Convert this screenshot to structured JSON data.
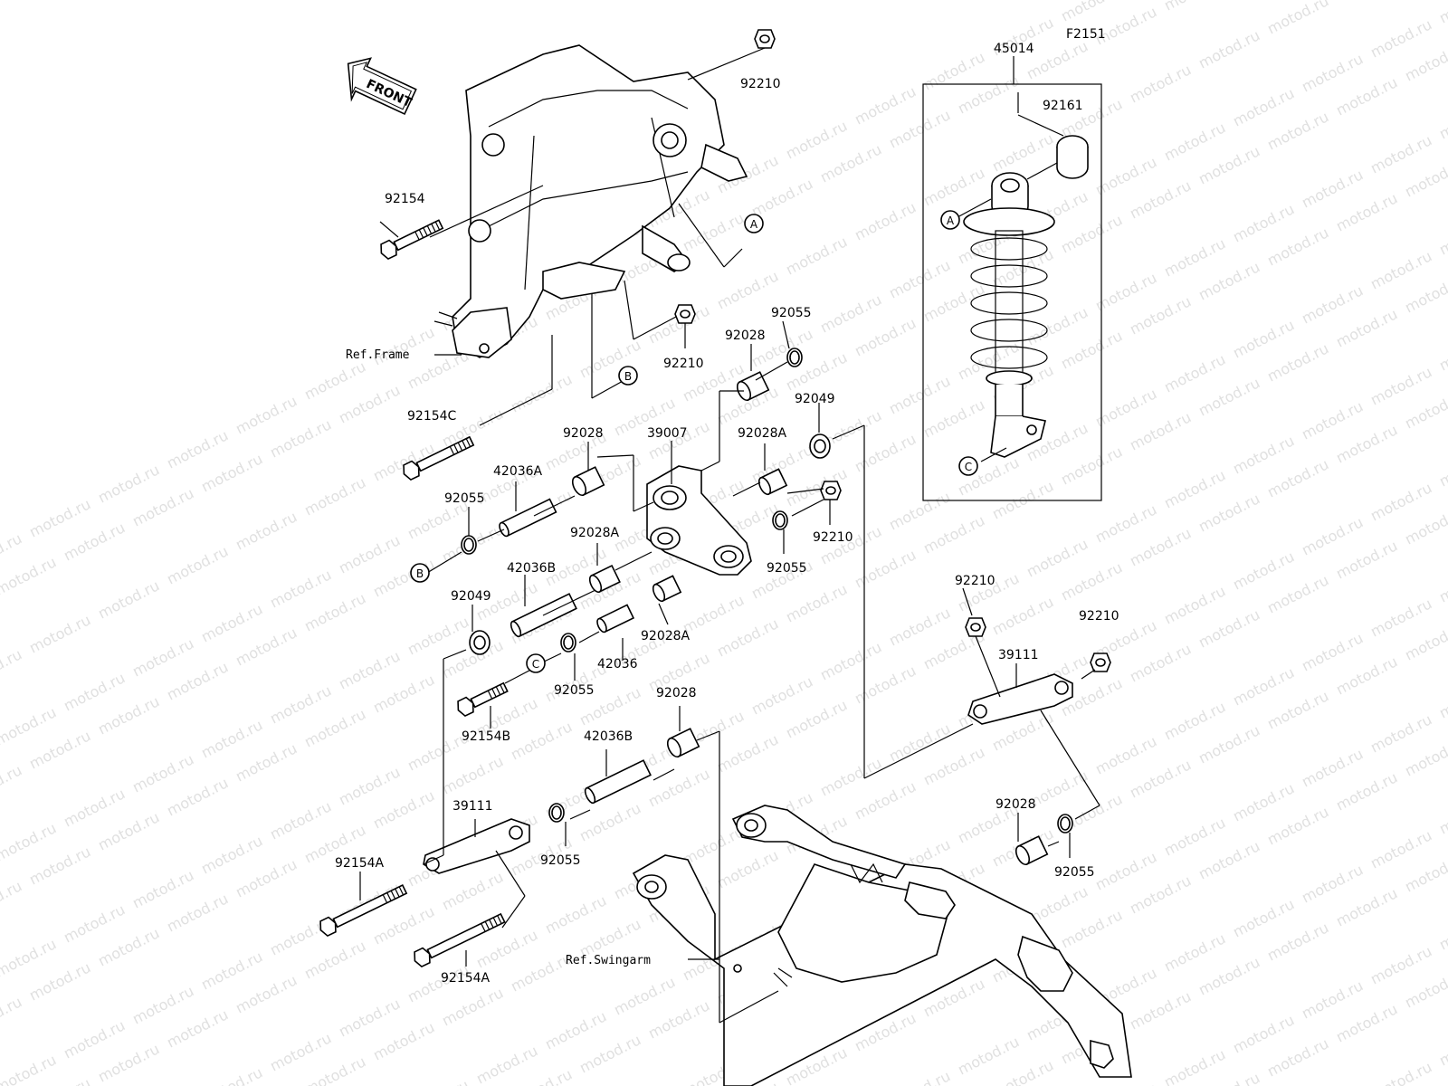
{
  "diagram": {
    "figure_id": "F2151",
    "front_label": "FRONT",
    "watermark": "motod.ru",
    "refs": {
      "frame": "Ref.Frame",
      "swingarm": "Ref.Swingarm"
    },
    "circle_markers": [
      "A",
      "B",
      "C"
    ],
    "part_labels": [
      "92210",
      "45014",
      "92161",
      "92154",
      "92055",
      "92028",
      "92210",
      "92154C",
      "92049",
      "92028",
      "39007",
      "92028A",
      "42036A",
      "92055",
      "92210",
      "92028A",
      "92055",
      "42036B",
      "92049",
      "42036",
      "92028A",
      "92055",
      "92154B",
      "92028",
      "42036B",
      "39111",
      "92055",
      "92154A",
      "92154A",
      "92210",
      "92210",
      "39111",
      "92028",
      "92055"
    ]
  }
}
